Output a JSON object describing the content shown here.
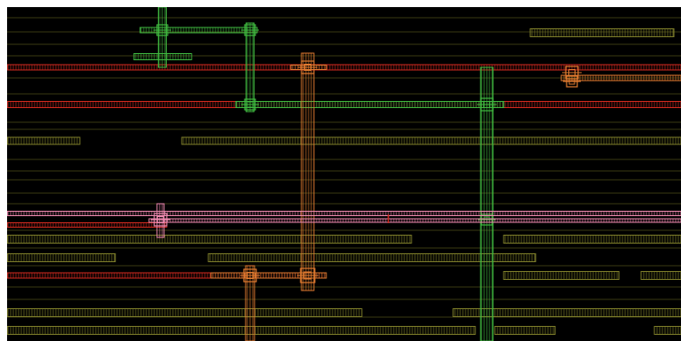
{
  "view": {
    "name": "layout-viewport",
    "background": "#000000",
    "frame": "#ffffff"
  },
  "colors": {
    "guide": "#3a3a12",
    "olive": "#7f7f2a",
    "red": "#d42a1f",
    "green": "#3fb83f",
    "orange": "#e07a2f",
    "pink": "#f08ab0"
  },
  "layers": [
    {
      "name": "guide-layer",
      "color": "guide"
    },
    {
      "name": "poly-layer",
      "color": "olive"
    },
    {
      "name": "metal1-layer",
      "color": "red"
    },
    {
      "name": "metal2-layer",
      "color": "green"
    },
    {
      "name": "metal3-layer",
      "color": "orange"
    },
    {
      "name": "metal4-layer",
      "color": "pink"
    }
  ]
}
